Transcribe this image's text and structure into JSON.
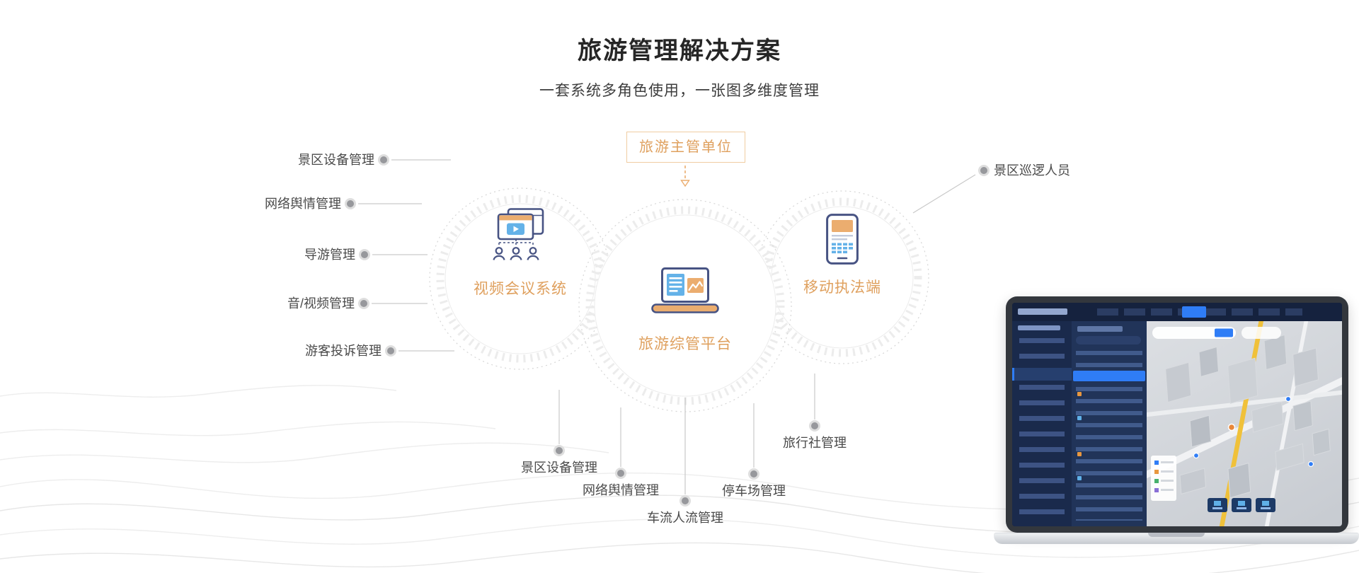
{
  "header": {
    "title": "旅游管理解决方案",
    "subtitle": "一套系统多角色使用，一张图多维度管理"
  },
  "diagram": {
    "top_box": {
      "label": "旅游主管单位"
    },
    "nodes": [
      {
        "id": "video-conference-system",
        "label": "视频会议系统",
        "icon": "video-conference-icon"
      },
      {
        "id": "tourism-platform",
        "label": "旅游综管平台",
        "icon": "laptop-dashboard-icon"
      },
      {
        "id": "mobile-enforcement",
        "label": "移动执法端",
        "icon": "mobile-device-icon"
      }
    ],
    "left_labels": [
      {
        "text": "景区设备管理"
      },
      {
        "text": "网络舆情管理"
      },
      {
        "text": "导游管理"
      },
      {
        "text": "音/视频管理"
      },
      {
        "text": "游客投诉管理"
      }
    ],
    "right_labels": [
      {
        "text": "景区巡逻人员"
      }
    ],
    "bottom_labels": [
      {
        "text": "景区设备管理"
      },
      {
        "text": "网络舆情管理"
      },
      {
        "text": "车流人流管理"
      },
      {
        "text": "停车场管理"
      },
      {
        "text": "旅行社管理"
      }
    ]
  },
  "colors": {
    "accent_orange": "#DFA05E",
    "accent_orange_fill": "#EBAD6F",
    "icon_navy": "#475383",
    "icon_blue": "#64B2E8",
    "dashboard_highlight_blue": "#2F7DF6",
    "label_gray": "#4A4A4A",
    "line_gray": "#C9C9C9",
    "ring_gray": "#ECECEC"
  },
  "preview": {
    "name": "platform-dashboard-laptop-preview"
  }
}
